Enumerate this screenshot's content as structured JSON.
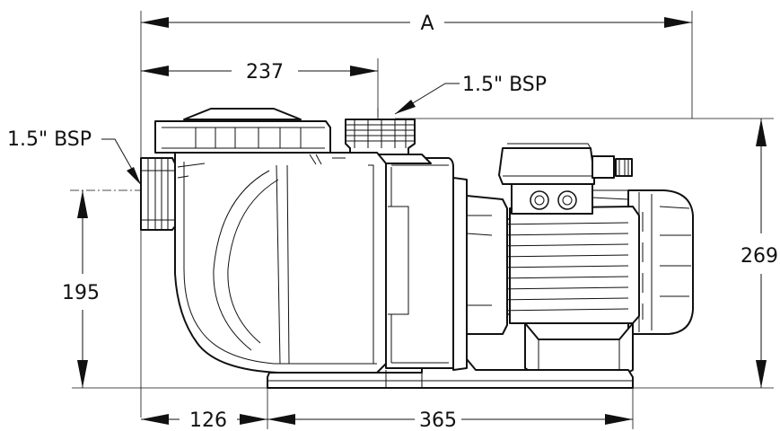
{
  "dimensions": {
    "overall_width": "A",
    "inlet_to_outlet": "237",
    "inlet_height": "195",
    "overall_height": "269",
    "inlet_to_foot": "126",
    "foot_spacing": "365"
  },
  "connections": {
    "outlet": "1.5\" BSP",
    "inlet": "1.5\" BSP"
  }
}
